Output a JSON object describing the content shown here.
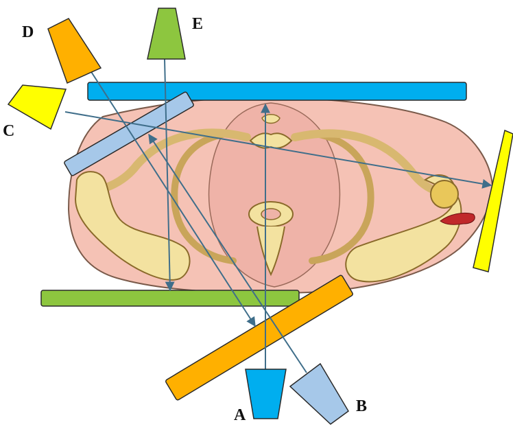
{
  "diagram": {
    "labels": {
      "a": "A",
      "b": "B",
      "c": "C",
      "d": "D",
      "e": "E"
    },
    "colors": {
      "a": "#00aeef",
      "b": "#a6c8e9",
      "c": "#ffff00",
      "d": "#ffb000",
      "e": "#8dc63f",
      "ray": "#3f6e8a",
      "body_fill": "#f5c2b5",
      "bone_fill": "#f3e2a0",
      "bone_stroke": "#8a6a2a",
      "outline": "#2a2a2a"
    },
    "icons": {
      "source": "x-ray-tube-icon",
      "detector": "detector-plate-icon",
      "anatomy": "pelvis-cross-section-illustration"
    }
  }
}
